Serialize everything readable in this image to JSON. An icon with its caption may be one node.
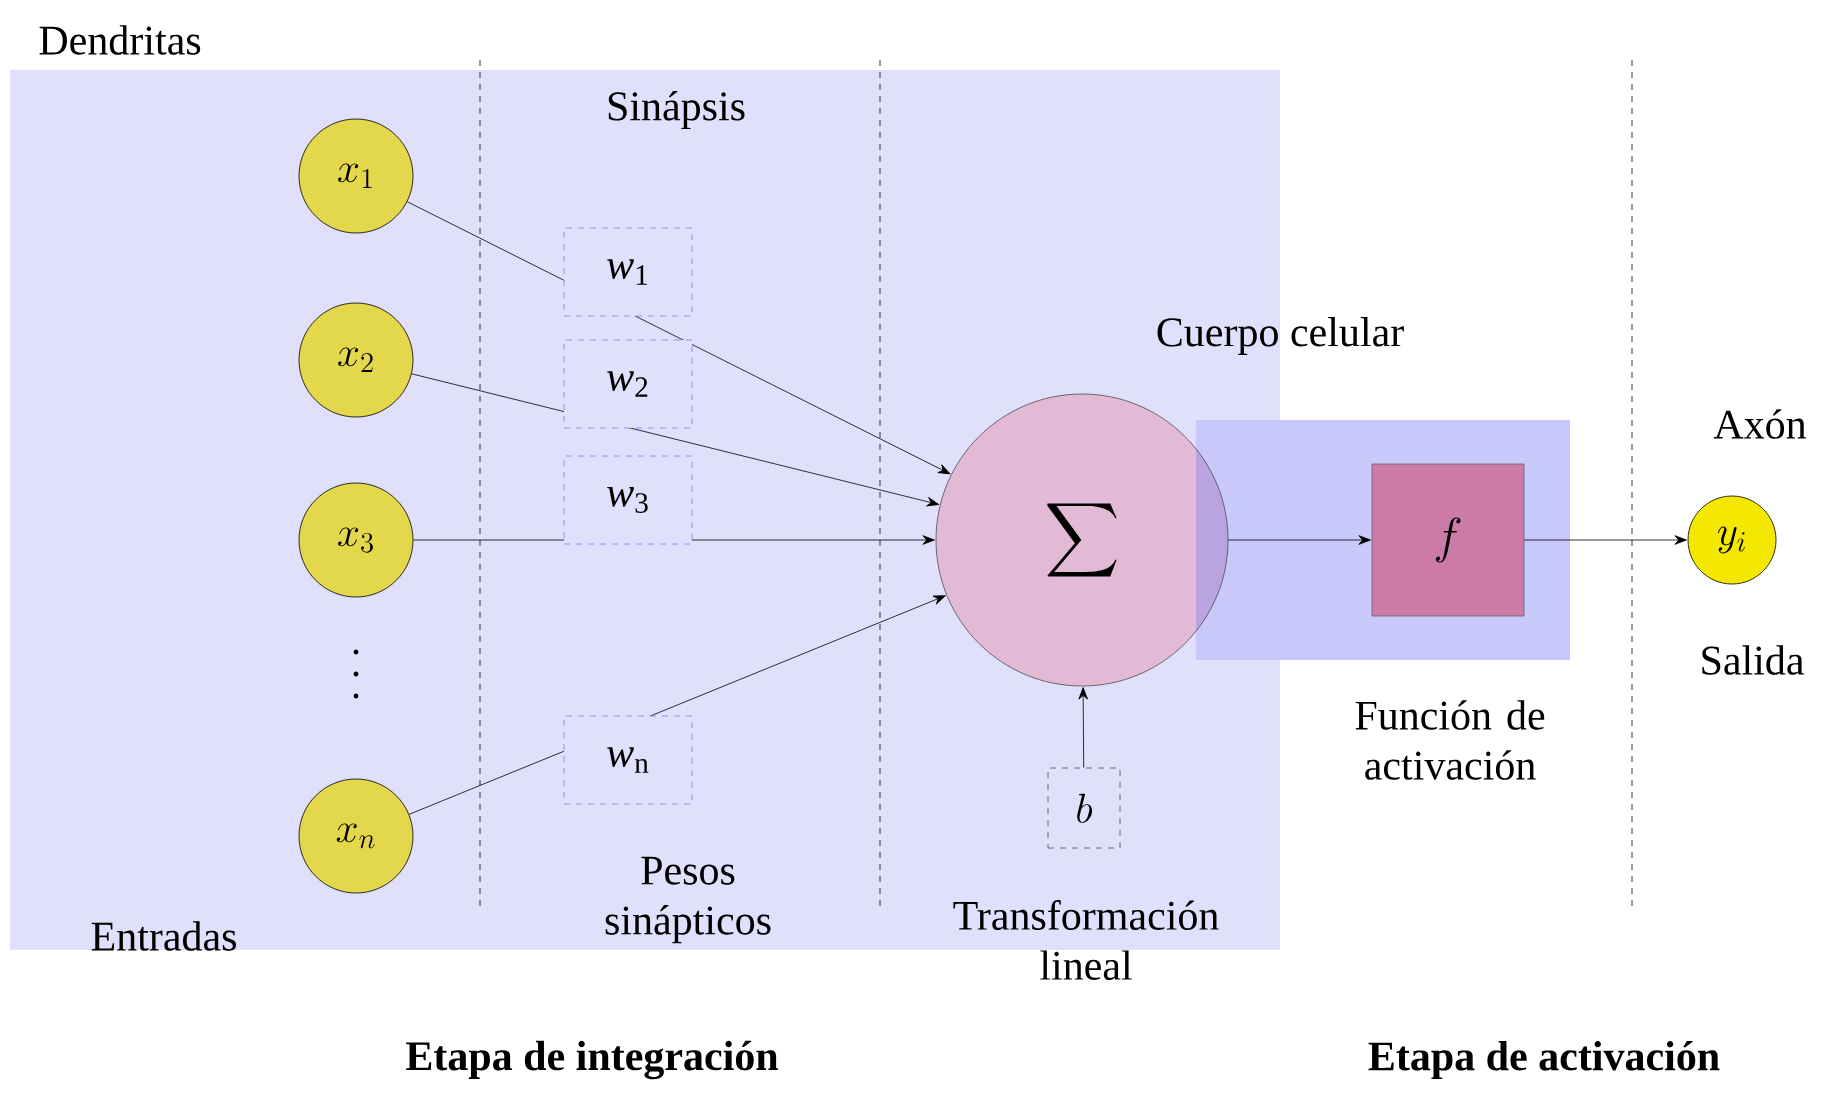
{
  "diagram": {
    "nodes": [
      {
        "text": [
          "x_{1}"
        ]
      },
      {
        "text": [
          "x_{2}"
        ]
      },
      {
        "text": [
          "x_{3}"
        ]
      },
      {
        "text": [
          "x_{n}"
        ]
      },
      {
        "text": [
          "\\sum"
        ]
      },
      {
        "text": [
          "b"
        ]
      },
      {
        "text": [
          "f"
        ]
      },
      {
        "text": [
          "y_{i}"
        ]
      }
    ],
    "edges": [
      {
        "from": 0,
        "to": 4,
        "arrow": "to",
        "label": "*w*$_{1}$"
      },
      {
        "from": 1,
        "to": 4,
        "arrow": "to",
        "label": "*w*$_{2}$"
      },
      {
        "from": 2,
        "to": 4,
        "arrow": "to",
        "label": "*w*$_{3}$"
      },
      {
        "from": 3,
        "to": 4,
        "arrow": "to",
        "label": "*w*$_{n}$"
      },
      {
        "from": 5,
        "to": 4,
        "arrow": "to"
      },
      {
        "from": 4,
        "to": 6,
        "arrow": "to"
      },
      {
        "from": 6,
        "to": 7,
        "arrow": "to"
      }
    ],
    "labels": [
      "Dendritas",
      "Sinápsis",
      "Cuerpo celular",
      "Axón",
      "Salida",
      "Función de activación",
      "Pesos sinápticos",
      "Entradas",
      "Transformación lineal",
      "Etapa de integración",
      "Etapa de activación"
    ]
  }
}
